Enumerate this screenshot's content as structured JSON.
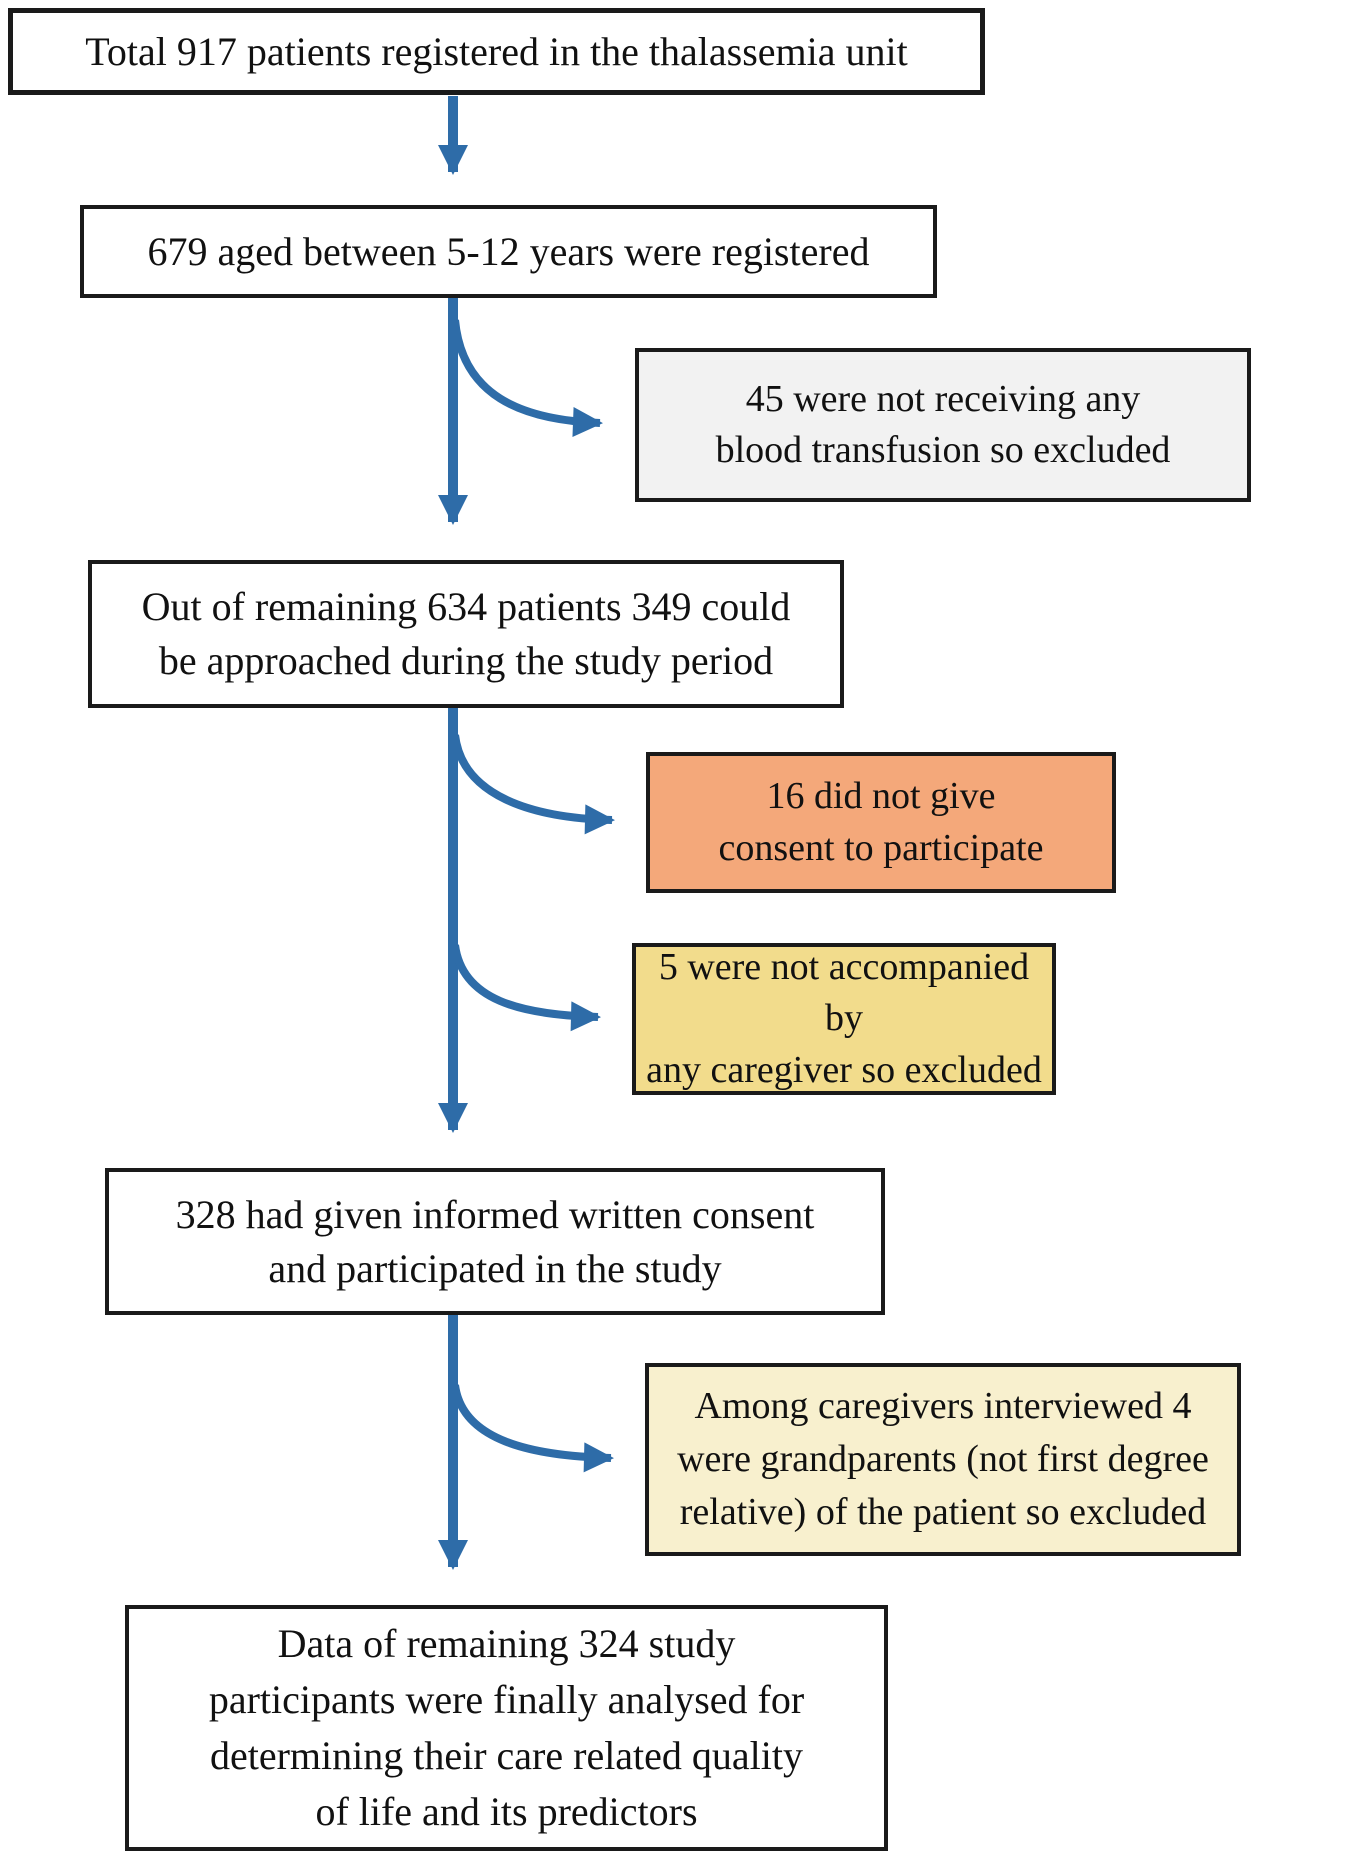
{
  "diagram": {
    "type": "patient-flow-chart",
    "background": "#ffffff",
    "border_color": "#1a1a1a",
    "arrow_color": "#2e6ca8",
    "main_flow": [
      {
        "id": "total-registered",
        "count": 917,
        "label": "Total 917 patients registered in the thalassemia unit"
      },
      {
        "id": "age-5-12",
        "count": 679,
        "label": "679 aged between 5-12 years were registered"
      },
      {
        "id": "approached",
        "count": 349,
        "label": "Out of remaining 634 patients 349 could\nbe approached during the study period"
      },
      {
        "id": "consented",
        "count": 328,
        "label": "328 had given informed written consent\nand participated in the study"
      },
      {
        "id": "analysed",
        "count": 324,
        "label": "Data of remaining 324 study\nparticipants were finally analysed for\ndetermining their care related quality\nof life and its predictors"
      }
    ],
    "exclusions": [
      {
        "id": "excluded-no-transfusion",
        "count": 45,
        "fill": "#f2f2f2",
        "label": "45 were not receiving any\nblood transfusion so excluded"
      },
      {
        "id": "excluded-no-consent",
        "count": 16,
        "fill": "#f4a87a",
        "label": "16 did not give\nconsent to participate"
      },
      {
        "id": "excluded-no-caregiver",
        "count": 5,
        "fill": "#f2dc8c",
        "label": "5 were not accompanied by\nany caregiver so excluded"
      },
      {
        "id": "excluded-grandparents",
        "count": 4,
        "fill": "#f8f0ce",
        "label": "Among caregivers interviewed 4\nwere grandparents (not first degree\nrelative) of the patient so excluded"
      }
    ],
    "edges": [
      {
        "from": "total-registered",
        "to": "age-5-12"
      },
      {
        "from": "age-5-12",
        "to": "excluded-no-transfusion"
      },
      {
        "from": "age-5-12",
        "to": "approached"
      },
      {
        "from": "approached",
        "to": "excluded-no-consent"
      },
      {
        "from": "approached",
        "to": "excluded-no-caregiver"
      },
      {
        "from": "approached",
        "to": "consented"
      },
      {
        "from": "consented",
        "to": "excluded-grandparents"
      },
      {
        "from": "consented",
        "to": "analysed"
      }
    ]
  }
}
